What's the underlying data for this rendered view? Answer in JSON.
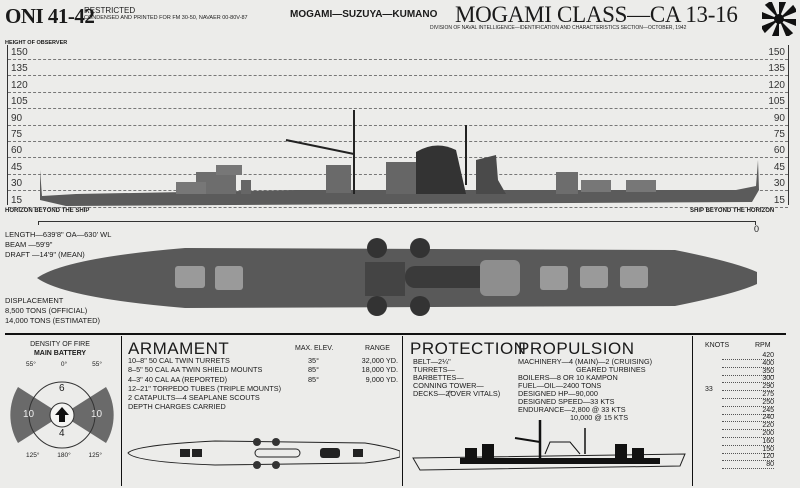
{
  "header": {
    "doc_id": "ONI 41-42",
    "restricted": "RESTRICTED",
    "condensed": "CONDENSED AND PRINTED FOR FM 30-50, NAVAER 00-80V-87",
    "ships": "MOGAMI—SUZUYA—KUMANO",
    "class_title": "MOGAMI CLASS—CA 13-16",
    "division": "DIVISION OF NAVAL INTELLIGENCE—IDENTIFICATION AND CHARACTERISTICS SECTION—OCTOBER, 1942",
    "flag_icon": "rising-sun-flag"
  },
  "height_chart": {
    "title": "HEIGHT OF OBSERVER",
    "levels": [
      "150",
      "135",
      "120",
      "105",
      "90",
      "75",
      "60",
      "45",
      "30",
      "15"
    ],
    "left_caption": "HORIZON BEYOND THE SHIP",
    "right_caption": "SHIP BEYOND THE HORIZON",
    "scale_zero": "0"
  },
  "dimensions": {
    "length": "LENGTH—639'8\" OA—630' WL",
    "beam": "BEAM —59'9\"",
    "draft": "DRAFT —14'9\" (MEAN)",
    "displacement_title": "DISPLACEMENT",
    "disp_official": "8,500 TONS (OFFICIAL)",
    "disp_estimated": "14,000 TONS (ESTIMATED)"
  },
  "density": {
    "title1": "DENSITY OF FIRE",
    "title2": "MAIN BATTERY",
    "top": [
      "55°",
      "0°",
      "55°"
    ],
    "bottom": [
      "125°",
      "180°",
      "125°"
    ],
    "fore": "6",
    "aft": "4",
    "left": "10",
    "right": "10"
  },
  "armament": {
    "title": "ARMAMENT",
    "col_elev": "MAX. ELEV.",
    "col_range": "RANGE",
    "rows": [
      {
        "item": "10–8\"  50 CAL TWIN TURRETS",
        "elev": "35°",
        "range": "32,000 YD."
      },
      {
        "item": "8–5\"  50 CAL AA TWIN SHIELD MOUNTS",
        "elev": "85°",
        "range": "18,000 YD."
      },
      {
        "item": "4–3\"  40 CAL AA (REPORTED)",
        "elev": "85°",
        "range": "9,000 YD."
      },
      {
        "item": "12–21\" TORPEDO TUBES (TRIPLE MOUNTS)",
        "elev": "",
        "range": ""
      },
      {
        "item": "2 CATAPULTS—4 SEAPLANE SCOUTS",
        "elev": "",
        "range": ""
      },
      {
        "item": "DEPTH CHARGES CARRIED",
        "elev": "",
        "range": ""
      }
    ]
  },
  "protection": {
    "title": "PROTECTION",
    "lines": [
      "BELT—2¼\"",
      "TURRETS—",
      "BARBETTES—",
      "CONNING TOWER—",
      "DECKS—2\""
    ],
    "note": "(OVER VITALS)"
  },
  "propulsion": {
    "title": "PROPULSION",
    "lines": [
      "MACHINERY—4 (MAIN)—2 (CRUISING)",
      "GEARED TURBINES",
      "BOILERS—8 OR 10 KAMPON",
      "FUEL—OIL—2400 TONS",
      "DESIGNED HP—90,000",
      "DESIGNED SPEED—33 KTS",
      "ENDURANCE—2,800 @ 33 KTS",
      "10,000 @ 15 KTS"
    ]
  },
  "speed_table": {
    "col_knots": "KNOTS",
    "col_rpm": "RPM",
    "knots_value": "33",
    "rpm": [
      "420",
      "400",
      "350",
      "300",
      "290",
      "275",
      "250",
      "245",
      "240",
      "220",
      "200",
      "160",
      "150",
      "120",
      "80"
    ]
  }
}
